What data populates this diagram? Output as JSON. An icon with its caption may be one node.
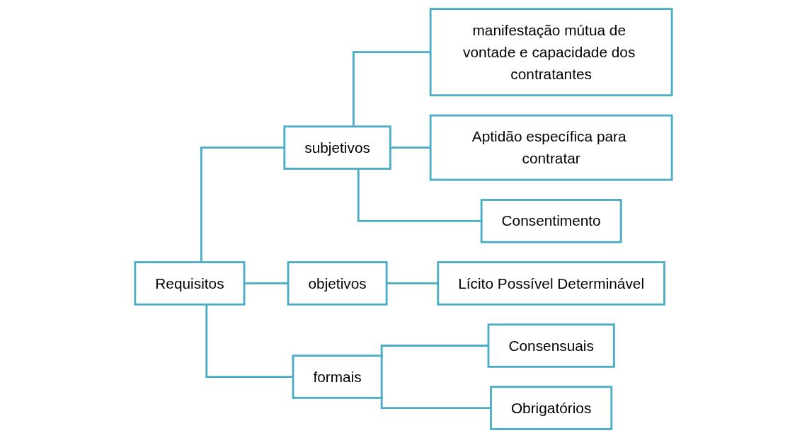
{
  "diagram": {
    "nodes": [
      {
        "text": [
          "Requisitos"
        ]
      },
      {
        "text": [
          "subjetivos"
        ]
      },
      {
        "text": [
          "objetivos"
        ]
      },
      {
        "text": [
          "formais"
        ]
      },
      {
        "text": [
          "manifestação mútua de vontade e capacidade dos contratantes"
        ]
      },
      {
        "text": [
          "Aptidão específica para contratar"
        ]
      },
      {
        "text": [
          "Consentimento"
        ]
      },
      {
        "text": [
          "Lícito Possível Determinável"
        ]
      },
      {
        "text": [
          "Consensuais"
        ]
      },
      {
        "text": [
          "Obrigatórios"
        ]
      }
    ],
    "edges": [
      {
        "from": 0,
        "to": 1,
        "arrow": "none"
      },
      {
        "from": 0,
        "to": 2,
        "arrow": "none"
      },
      {
        "from": 0,
        "to": 3,
        "arrow": "none"
      },
      {
        "from": 1,
        "to": 4,
        "arrow": "none"
      },
      {
        "from": 1,
        "to": 5,
        "arrow": "none"
      },
      {
        "from": 1,
        "to": 6,
        "arrow": "none"
      },
      {
        "from": 2,
        "to": 7,
        "arrow": "none"
      },
      {
        "from": 3,
        "to": 8,
        "arrow": "none"
      },
      {
        "from": 3,
        "to": 9,
        "arrow": "none"
      }
    ]
  }
}
